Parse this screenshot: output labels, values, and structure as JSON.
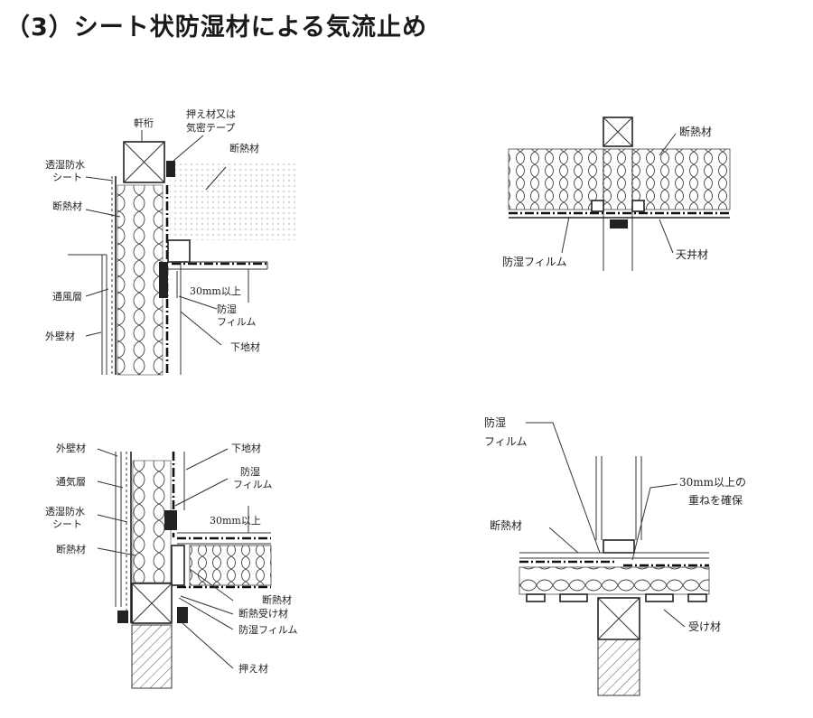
{
  "title": "（3）シート状防湿材による気流止め",
  "fig1": {
    "eaves_beam": "軒桁",
    "tape_line1": "押え材又は",
    "tape_line2": "気密テープ",
    "insulation_top": "断熱材",
    "wrb_line1": "透湿防水",
    "wrb_line2": "シート",
    "insulation": "断熱材",
    "vent_layer": "通風層",
    "exterior_wall": "外壁材",
    "overlap": "30mm以上",
    "film_line1": "防湿",
    "film_line2": "フィルム",
    "furring": "下地材"
  },
  "fig2": {
    "insulation": "断熱材",
    "vapor_film": "防湿フィルム",
    "ceiling": "天井材"
  },
  "fig3": {
    "exterior_wall": "外壁材",
    "vent_layer": "通気層",
    "wrb_line1": "透湿防水",
    "wrb_line2": "シート",
    "insulation": "断熱材",
    "furring": "下地材",
    "film_line1": "防湿",
    "film_line2": "フィルム",
    "overlap": "30mm以上",
    "insulation_right": "断熱材",
    "insul_support": "断熱受け材",
    "vapor_film": "防湿フィルム",
    "presser": "押え材"
  },
  "fig4": {
    "film_line1": "防湿",
    "film_line2": "フィルム",
    "overlap_line1": "30mm以上の",
    "overlap_line2": "重ねを確保",
    "insulation": "断熱材",
    "support": "受け材"
  }
}
